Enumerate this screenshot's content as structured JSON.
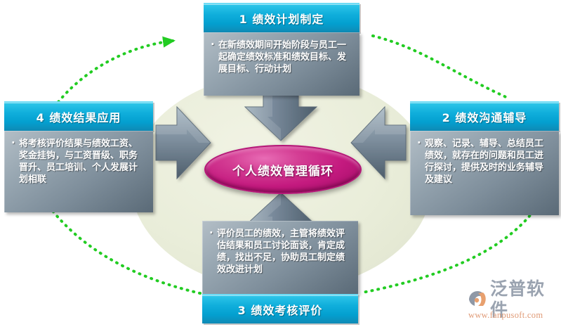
{
  "diagram": {
    "center": {
      "label": "个人绩效管理循环",
      "color": "#c41a7f"
    },
    "accent_header_color": "#03a0d0",
    "body_color": "#7e8e9b",
    "background_disc_color": "#e9edd9",
    "flow_arrow_color": "#22cc22",
    "cards": [
      {
        "id": "card1",
        "number": "1",
        "title": "1 绩效计划制定",
        "body": "在新绩效期间开始阶段与员工一起确定绩效标准和绩效目标、发展目标、行动计划"
      },
      {
        "id": "card2",
        "number": "2",
        "title": "2 绩效沟通辅导",
        "body": "观察、记录、辅导、总结员工绩效，就存在的问题和员工进行探讨，提供及时的业务辅导及建议"
      },
      {
        "id": "card3",
        "number": "3",
        "title": "3 绩效考核评价",
        "body": "评价员工的绩效，主管将绩效评估结果和员工讨论面谈，肯定成绩，找出不足，协助员工制定绩效改进计划"
      },
      {
        "id": "card4",
        "number": "4",
        "title": "4 绩效结果应用",
        "body": "将考核评价结果与绩效工资、奖金挂钩，与工资晋级、职务晋升、员工培训、个人发展计划相联"
      }
    ]
  },
  "logo": {
    "name": "泛普软件",
    "url": "www.fanpusoft.com",
    "mark_color_gray": "#8f98a6",
    "mark_color_orange": "#e8a06e",
    "text_color": "#9aa3b0",
    "url_color": "#e09a76"
  }
}
